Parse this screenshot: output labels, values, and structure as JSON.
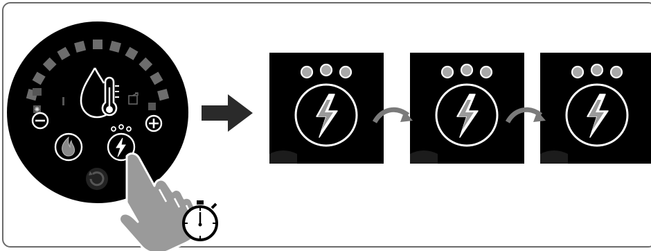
{
  "colors": {
    "background": "#ffffff",
    "frame_border": "#6a6a6a",
    "panel": "#000000",
    "segment": "#6d6d6d",
    "icon_line": "#ffffff",
    "indicator_dot": "#a8a8a8",
    "flow_arrow": "#2a2a2a",
    "transition_arrow": "#7a7a7a",
    "hand": "#9a9a9a"
  },
  "control_panel": {
    "center_icon": "water-temperature-icon",
    "left_button": "minus-icon",
    "right_button": "plus-icon",
    "lower_left_button": "flame-icon",
    "lower_right_button": "lightning-boost-icon",
    "bottom_button": "reset-icon",
    "boost_indicator_dots": 3
  },
  "gesture": {
    "hand": "pointing-hand-icon",
    "timer": "stopwatch-icon",
    "action": "long-press"
  },
  "sequence": {
    "steps": [
      {
        "icon": "lightning-boost-icon",
        "dots_lit": 0
      },
      {
        "icon": "lightning-boost-icon",
        "dots_lit": 0
      },
      {
        "icon": "lightning-boost-icon",
        "dots_lit": 0
      }
    ]
  }
}
